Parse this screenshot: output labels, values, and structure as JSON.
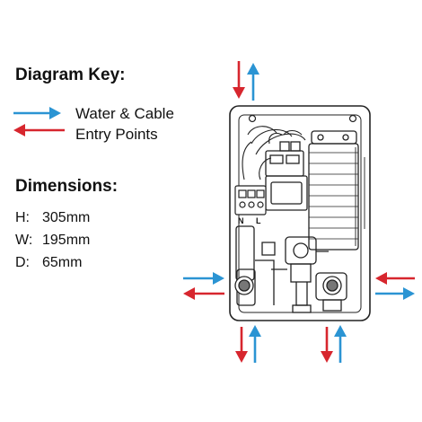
{
  "key": {
    "heading": "Diagram Key:",
    "label_line1": "Water & Cable",
    "label_line2": "Entry Points"
  },
  "dimensions": {
    "heading": "Dimensions:",
    "rows": [
      {
        "label": "H:",
        "value": "305mm"
      },
      {
        "label": "W:",
        "value": "195mm"
      },
      {
        "label": "D:",
        "value": "65mm"
      }
    ]
  },
  "diagram": {
    "terminal_labels": [
      "N",
      "L"
    ]
  },
  "colors": {
    "red_arrow": "#d7262e",
    "blue_arrow": "#2b94d3",
    "line": "#222222",
    "background": "#ffffff"
  }
}
